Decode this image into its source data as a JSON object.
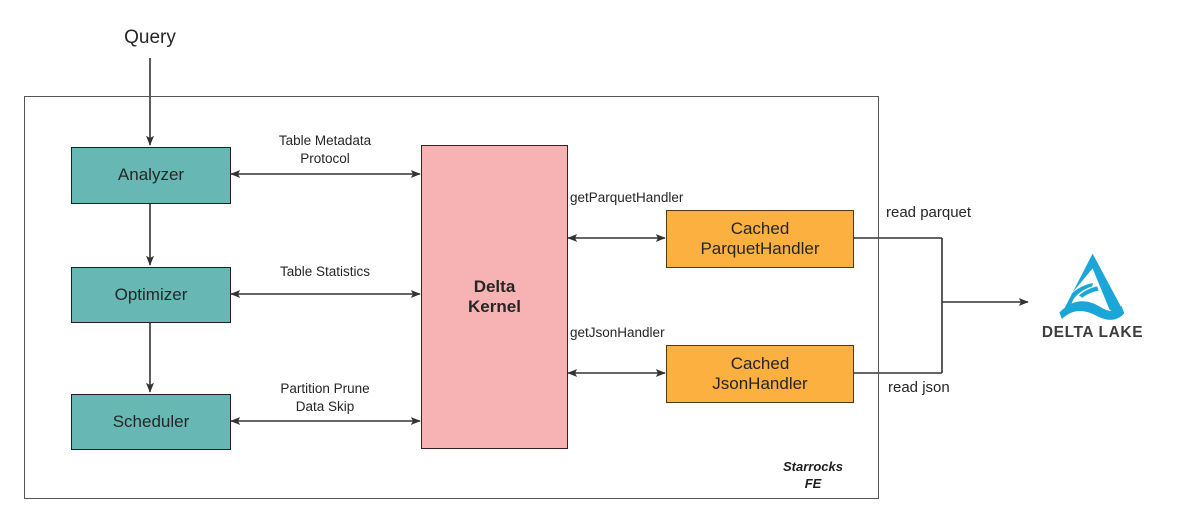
{
  "diagram": {
    "title_text": "Query",
    "container_label": "Starrocks\nFE",
    "colors": {
      "teal": "#67b8b4",
      "pink": "#f7b3b3",
      "orange": "#fbb040",
      "line": "#333333",
      "container_border": "#555555",
      "logo_blue": "#1ba6d8",
      "logo_text": "#3d3d3d"
    },
    "nodes": {
      "analyzer": "Analyzer",
      "optimizer": "Optimizer",
      "scheduler": "Scheduler",
      "delta_kernel": "Delta\nKernel",
      "cached_parquet_handler": "Cached\nParquetHandler",
      "cached_json_handler": "Cached\nJsonHandler"
    },
    "edge_labels": {
      "table_metadata_protocol": "Table Metadata\nProtocol",
      "table_statistics": "Table Statistics",
      "partition_prune_data_skip": "Partition Prune\nData Skip",
      "get_parquet_handler": "getParquetHandler",
      "get_json_handler": "getJsonHandler",
      "read_parquet": "read parquet",
      "read_json": "read json"
    },
    "logo": {
      "name": "delta-lake-logo",
      "text": "DELTA LAKE"
    }
  }
}
